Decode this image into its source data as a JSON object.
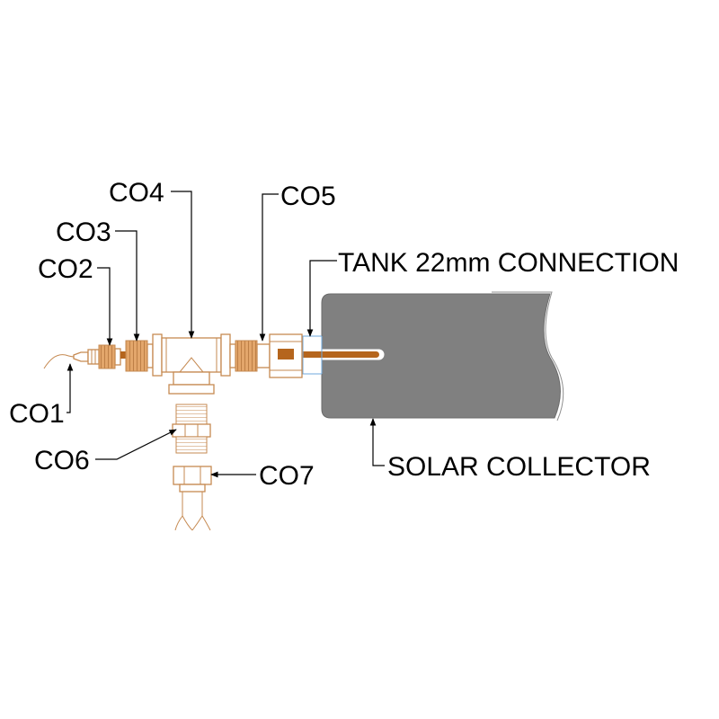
{
  "diagram": {
    "title": "Solar collector tank connection fittings",
    "colors": {
      "copper": "#c68a52",
      "copper_dark": "#b5651d",
      "collector_fill": "#808080",
      "sleeve_blue": "#6fa8dc",
      "leader": "#000000"
    },
    "labels": {
      "co1": "CO1",
      "co2": "CO2",
      "co3": "CO3",
      "co4": "CO4",
      "co5": "CO5",
      "co6": "CO6",
      "co7": "CO7",
      "tank_connection": "TANK 22mm CONNECTION",
      "solar_collector": "SOLAR COLLECTOR"
    }
  }
}
